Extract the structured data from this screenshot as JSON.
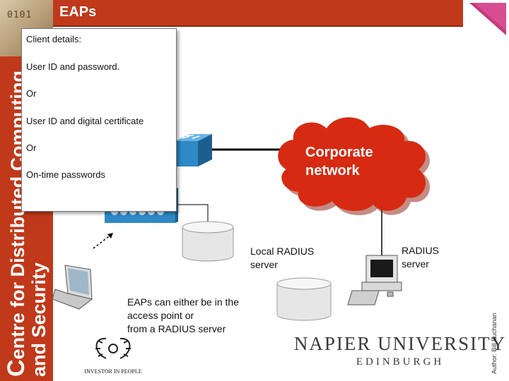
{
  "header": {
    "title": "EAPs"
  },
  "sidebar": {
    "line1_initial": "C",
    "line1_rest": "entre for Distributed Computing",
    "line2": "and Security"
  },
  "popup": {
    "lines": [
      "Client details:",
      "User ID and password.",
      "Or",
      "User ID and digital certificate",
      "Or",
      "On-time passwords"
    ]
  },
  "cloud": {
    "label_line1": "Corporate",
    "label_line2": "network"
  },
  "labels": {
    "local_radius_line1": "Local RADIUS",
    "local_radius_line2": "server",
    "radius_line1": "RADIUS",
    "radius_line2": "server",
    "eaps_note_line1": "EAPs can either be in the",
    "eaps_note_line2": "access point or",
    "eaps_note_line3": "from a RADIUS server",
    "author": "Author:  Bill Buchanan"
  },
  "branding": {
    "university_line1": "NAPIER UNIVERSITY",
    "university_line2": "EDINBURGH",
    "investor": "INVESTOR IN PEOPLE",
    "header_digits": "0101"
  },
  "colors": {
    "brand_red": "#c0391b",
    "cloud_red": "#d62a12",
    "switch_blue": "#2e89c6"
  },
  "icons": [
    "network-switch-icon",
    "cloud-icon",
    "database-icon",
    "laptop-icon",
    "desktop-computer-icon",
    "wreath-logo-icon"
  ]
}
